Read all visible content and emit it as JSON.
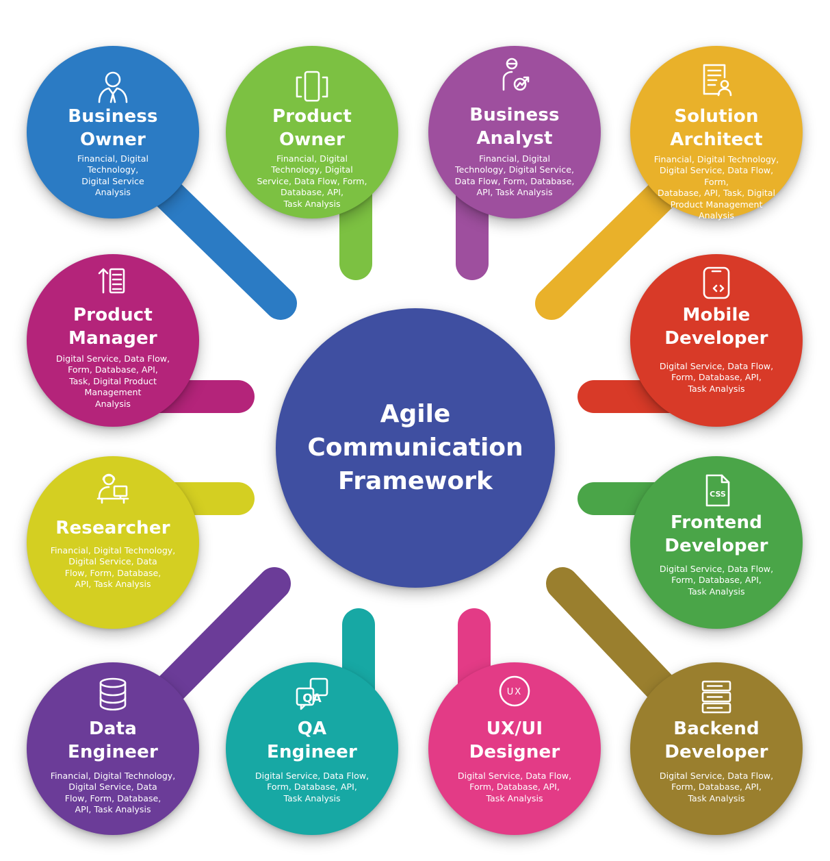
{
  "center": {
    "title": "Agile\nCommunication\nFramework",
    "color": "#3F4FA1"
  },
  "roles": [
    {
      "id": "business-owner",
      "title": "Business\nOwner",
      "description": "Financial, Digital\nTechnology,\nDigital Service\nAnalysis",
      "color": "#2B7BC4",
      "icon": "person-tie-icon"
    },
    {
      "id": "product-owner",
      "title": "Product\nOwner",
      "description": "Financial, Digital\nTechnology, Digital\nService, Data Flow, Form,\nDatabase, API,\nTask Analysis",
      "color": "#7CC142",
      "icon": "phone-frame-icon"
    },
    {
      "id": "business-analyst",
      "title": "Business\nAnalyst",
      "description": "Financial, Digital\nTechnology, Digital Service,\nData Flow, Form, Database,\nAPI, Task Analysis",
      "color": "#9E4F9E",
      "icon": "analyst-growth-icon"
    },
    {
      "id": "solution-architect",
      "title": "Solution\nArchitect",
      "description": "Financial, Digital Technology,\nDigital Service, Data Flow, Form,\nDatabase, API, Task, Digital\nProduct Management\nAnalysis",
      "color": "#E9B12A",
      "icon": "document-user-icon"
    },
    {
      "id": "product-manager",
      "title": "Product\nManager",
      "description": "Digital Service, Data Flow,\nForm, Database, API,\nTask, Digital Product\nManagement\nAnalysis",
      "color": "#B4247A",
      "icon": "list-sort-icon"
    },
    {
      "id": "mobile-developer",
      "title": "Mobile\nDeveloper",
      "description": "Digital Service, Data Flow,\nForm, Database, API,\nTask Analysis",
      "color": "#D83A28",
      "icon": "mobile-code-icon"
    },
    {
      "id": "researcher",
      "title": "Researcher",
      "description": "Financial, Digital Technology,\nDigital Service, Data\nFlow, Form, Database,\nAPI, Task Analysis",
      "color": "#D4CF22",
      "icon": "researcher-desk-icon"
    },
    {
      "id": "frontend-developer",
      "title": "Frontend\nDeveloper",
      "description": "Digital Service, Data Flow,\nForm, Database, API,\nTask Analysis",
      "color": "#4AA548",
      "icon": "css-file-icon",
      "icon_text": "CSS"
    },
    {
      "id": "data-engineer",
      "title": "Data\nEngineer",
      "description": "Financial, Digital Technology,\nDigital Service, Data\nFlow, Form, Database,\nAPI, Task Analysis",
      "color": "#6B3C98",
      "icon": "database-icon"
    },
    {
      "id": "qa-engineer",
      "title": "QA\nEngineer",
      "description": "Digital Service, Data Flow,\nForm, Database, API,\nTask Analysis",
      "color": "#17A8A4",
      "icon": "qa-chat-icon",
      "icon_text": "QA"
    },
    {
      "id": "ux-ui-designer",
      "title": "UX/UI\nDesigner",
      "description": "Digital Service, Data Flow,\nForm, Database, API,\nTask Analysis",
      "color": "#E33B86",
      "icon": "ux-circle-icon",
      "icon_text": "UX"
    },
    {
      "id": "backend-developer",
      "title": "Backend\nDeveloper",
      "description": "Digital Service, Data Flow,\nForm, Database, API,\nTask Analysis",
      "color": "#9A7F2E",
      "icon": "server-stack-icon"
    }
  ]
}
